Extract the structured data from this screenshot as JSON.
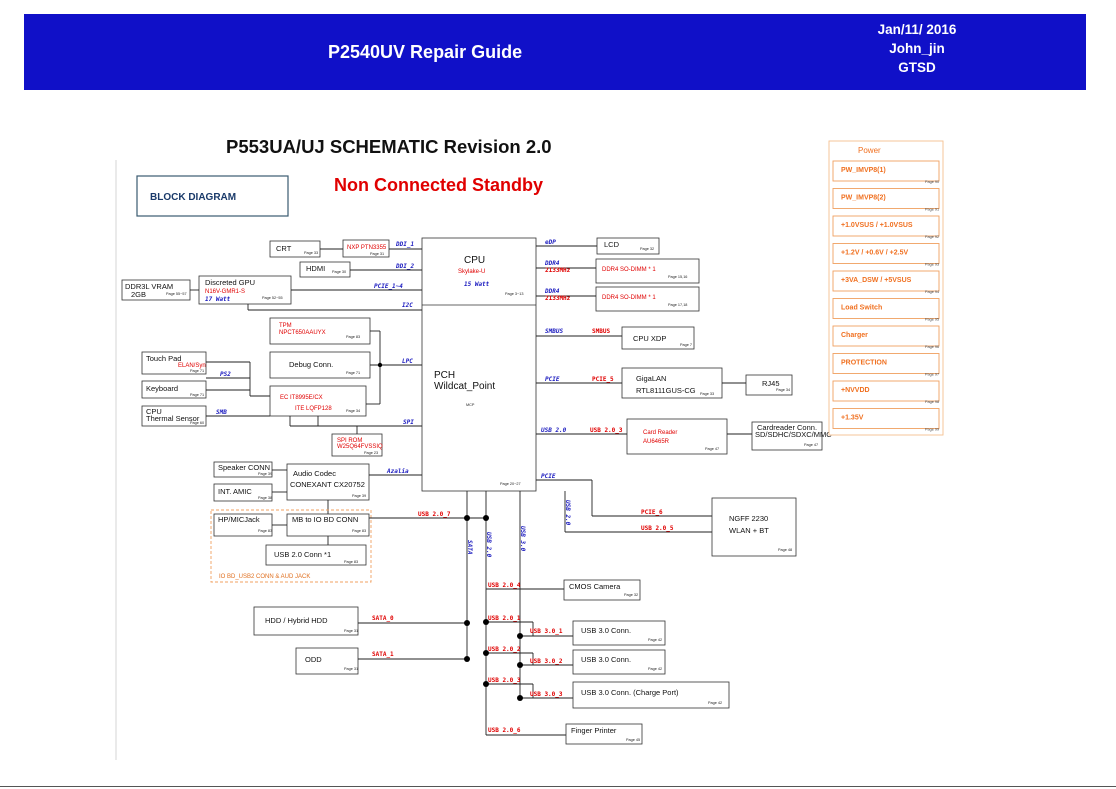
{
  "header": {
    "title": "P2540UV Repair Guide",
    "date": "Jan/11/ 2016",
    "author": "John_jin",
    "dept": "GTSD"
  },
  "schematic": {
    "title": "P553UA/UJ SCHEMATIC Revision 2.0",
    "mode": "Non Connected Standby",
    "block_diagram_label": "BLOCK DIAGRAM"
  },
  "blocks": {
    "crt": {
      "label": "CRT",
      "page": "Page 33"
    },
    "nxp": {
      "label": "NXP PTN3355",
      "page": "Page 31"
    },
    "hdmi": {
      "label": "HDMI",
      "page": "Page 30"
    },
    "ddr3l": {
      "label": "DDR3L VRAM",
      "sub": "2GB",
      "page": "Page 55~57"
    },
    "gpu": {
      "label": "Discreted GPU",
      "sub": "N16V-GMR1-S",
      "watt": "17 Watt",
      "page": "Page 52~55"
    },
    "cpu": {
      "label": "CPU",
      "sub": "Skylake-U",
      "watt": "15 Watt",
      "page": "Page 3~13"
    },
    "pch": {
      "label": "PCH",
      "sub": "Wildcat_Point",
      "sub2": "MCP",
      "page": "Page 20~27"
    },
    "lcd": {
      "label": "LCD",
      "page": "Page 32"
    },
    "dimm1": {
      "label": "DDR4 SO-DIMM * 1",
      "page": "Page 15,16"
    },
    "dimm2": {
      "label": "DDR4 SO-DIMM * 1",
      "page": "Page 17,18"
    },
    "tpm": {
      "label": "TPM",
      "sub": "NPCT650AAUYX",
      "page": "Page 83"
    },
    "debug": {
      "label": "Debug Conn.",
      "page": "Page 71"
    },
    "touchpad": {
      "label": "Touch Pad",
      "sub": "ELAN/Syn",
      "page": "Page 71"
    },
    "keyboard": {
      "label": "Keyboard",
      "page": "Page 71"
    },
    "thermal": {
      "label": "CPU",
      "sub": "Thermal Sensor",
      "page": "Page 60"
    },
    "ec": {
      "label": "EC IT8995E/CX",
      "sub": "ITE LQFP128",
      "page": "Page 34"
    },
    "spirom": {
      "label": "SPI ROM",
      "sub": "W25Q64FVSSIQ",
      "page": "Page 23"
    },
    "cpuxdp": {
      "label": "CPU XDP",
      "page": "Page 7"
    },
    "gigalan": {
      "label": "GigaLAN",
      "sub": "RTL8111GUS-CG",
      "page": "Page 33"
    },
    "rj45": {
      "label": "RJ45",
      "page": "Page 34"
    },
    "cardreader": {
      "label": "Card Reader",
      "sub": "AU6465R",
      "page": "Page 47"
    },
    "cardconn": {
      "label": "Cardreader Conn.",
      "sub": "SD/SDHC/SDXC/MMC",
      "page": "Page 47"
    },
    "speaker": {
      "label": "Speaker CONN",
      "page": "Page 39"
    },
    "intamic": {
      "label": "INT. AMIC",
      "page": "Page 38"
    },
    "codec": {
      "label": "Audio Codec",
      "sub": "CONEXANT CX20752",
      "page": "Page 39"
    },
    "hpmic": {
      "label": "HP/MICJack",
      "page": "Page 83"
    },
    "mbio": {
      "label": "MB to IO BD CONN",
      "page": "Page 83"
    },
    "usb2conn": {
      "label": "USB 2.0 Conn *1",
      "page": "Page 83"
    },
    "iobd": {
      "label": "IO BD_USB2 CONN & AUD JACK"
    },
    "ngff": {
      "label": "NGFF 2230",
      "sub": "WLAN + BT",
      "page": "Page 48"
    },
    "cmos": {
      "label": "CMOS Camera",
      "page": "Page 32"
    },
    "hdd": {
      "label": "HDD / Hybrid HDD",
      "page": "Page 31"
    },
    "odd": {
      "label": "ODD",
      "page": "Page 31"
    },
    "usb3a": {
      "label": "USB 3.0 Conn.",
      "page": "Page 42"
    },
    "usb3b": {
      "label": "USB 3.0 Conn.",
      "page": "Page 42"
    },
    "usb3c": {
      "label": "USB 3.0 Conn. (Charge Port)",
      "page": "Page 42"
    },
    "finger": {
      "label": "Finger Printer",
      "page": "Page 45"
    }
  },
  "buses": {
    "ddi1": "DDI_1",
    "ddi2": "DDI_2",
    "pcie14": "PCIE_1~4",
    "i2c": "I2C",
    "edp": "eDP",
    "ddr4a": "DDR4",
    "ddr4a_speed": "2133MHz",
    "ddr4b": "DDR4",
    "ddr4b_speed": "2133MHz",
    "lpc": "LPC",
    "ps2": "PS2",
    "smb": "SMB",
    "spi": "SPI",
    "azalia": "Azalia",
    "smbus": "SMBUS",
    "smbus2": "SMBUS",
    "pcie_lan": "PCIE",
    "pcie_lan_port": "PCIE_5",
    "usb_card": "USB 2.0",
    "usb_card_port": "USB 2.0_3",
    "pcie_ngff": "PCIE",
    "pcie_ngff_port": "PCIE_6",
    "usb_ngff": "USB 2.0_5",
    "usb_io": "USB 2.0_7",
    "sata_v": "SATA",
    "usb20_v": "USB 2.0",
    "usb30_v": "USB 3.0",
    "usb2_v2": "USB 2.0",
    "usb_cam": "USB 2.0_4",
    "sata0": "SATA_0",
    "sata1": "SATA_1",
    "usb30_1": "USB 3.0_1",
    "usb20_1": "USB 2.0_1",
    "usb30_2": "USB 3.0_2",
    "usb20_2": "USB 2.0_2",
    "usb30_3": "USB 3.0_3",
    "usb20_3": "USB 2.0_3",
    "usb_fp": "USB 2.0_6"
  },
  "power": {
    "title": "Power",
    "items": [
      {
        "label": "PW_IMVP8(1)",
        "page": "Page 90"
      },
      {
        "label": "PW_IMVP8(2)",
        "page": "Page 91"
      },
      {
        "label": "+1.0VSUS / +1.0VSUS",
        "page": "Page 92"
      },
      {
        "label": "+1.2V / +0.6V / +2.5V",
        "page": "Page 93"
      },
      {
        "label": "+3VA_DSW / +5VSUS",
        "page": "Page 94"
      },
      {
        "label": "Load Switch",
        "page": "Page 95"
      },
      {
        "label": "Charger",
        "page": "Page 96"
      },
      {
        "label": "PROTECTION",
        "page": "Page 97"
      },
      {
        "label": "+NVVDD",
        "page": "Page 98"
      },
      {
        "label": "+1.35V",
        "page": "Page 99"
      }
    ]
  },
  "colors": {
    "header_bg": "#1010c8",
    "header_text": "#ffffff",
    "accent_red": "#e00000",
    "bus_blue": "#2020c0",
    "power_orange": "#f0a060",
    "power_text": "#f07020",
    "title_blue": "#1a3a6a"
  }
}
